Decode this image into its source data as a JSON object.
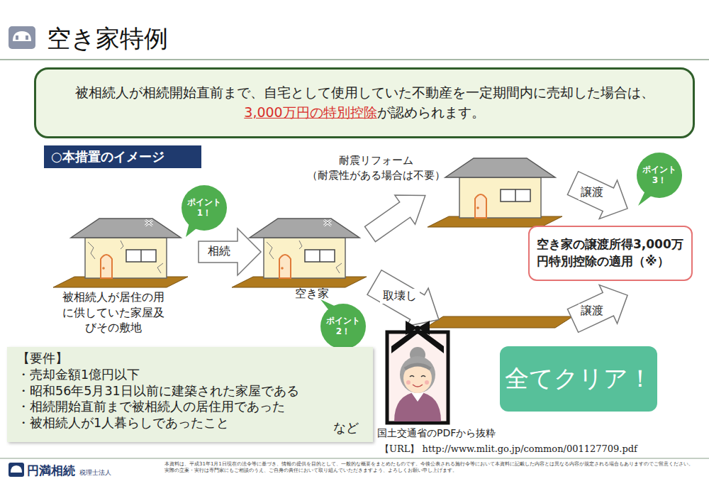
{
  "diagram": {
    "title": "空き家特例",
    "nodes": [
      {
        "text": [
          "被相続人が相続開始直前まで、自宅として使用していた不動産を一定期間内に売却した場合は、",
          "3,000万円の特別控除",
          "が認められます。"
        ]
      },
      {
        "text": [
          "○本措置のイメージ"
        ]
      },
      {
        "text": [
          "ポイント 1！"
        ]
      },
      {
        "text": [
          "ポイント 2！"
        ]
      },
      {
        "text": [
          "ポイント 3！"
        ]
      },
      {
        "text": [
          "空き家の譲渡所得3,000万円特別控除の適用（※）"
        ]
      },
      {
        "text": [
          "【要件】",
          "・売却金額1億円以下",
          "・昭和56年5月31日以前に建築された家屋である",
          "・相続開始直前まで被相続人の居住用であった",
          "・被相続人が1人暮らしであったこと",
          "など"
        ]
      },
      {
        "text": [
          "全てクリア！"
        ]
      }
    ],
    "labels": [
      "相続",
      "被相続人が居住の用に供していた家屋及びその敷地",
      "空き家",
      "耐震リフォーム （耐震性がある場合は不要）",
      "取壊し",
      "譲渡",
      "譲渡",
      "国土交通省のPDFから抜粋",
      "【URL】 http://www.mlit.go.jp/common/001127709.pdf",
      "円満相続",
      "税理士法人",
      "本資料は、平成31年1月1日現在の法令等に基づき、情報の提供を目的として、一般的な概要をまとめたものです。今後公表される施行令等において本資料に記載した内容とは異なる内容が規定される場合もありますのでご留意ください。実際の立案・実行は専門家にもご相談のうえ、ご自身の責任において取り組んでいただきますよう、よろしくお願い申し上げます。"
    ]
  }
}
